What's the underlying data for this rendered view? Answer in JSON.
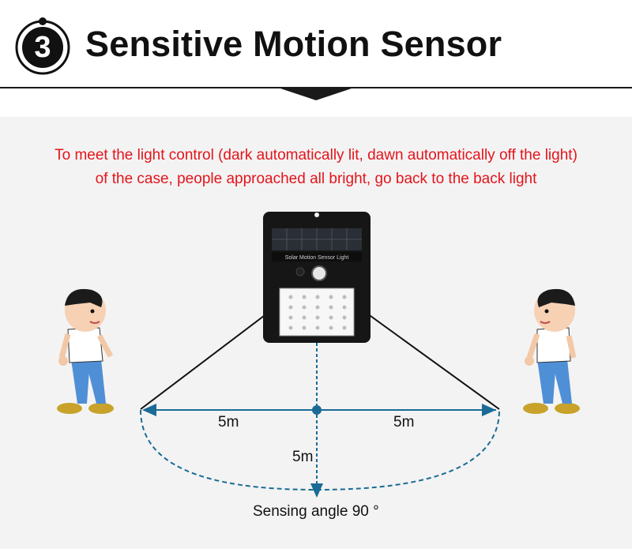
{
  "header": {
    "step_number": "3",
    "title": "Sensitive Motion Sensor"
  },
  "description": {
    "line1": "To meet the light control (dark automatically lit, dawn automatically off the light)",
    "line2": "of the case, people approached all bright, go back to the back light"
  },
  "device": {
    "label": "Solar Motion Sensor Light"
  },
  "measurements": {
    "left_distance": "5m",
    "right_distance": "5m",
    "depth_distance": "5m",
    "sensing_angle": "Sensing angle 90 °"
  },
  "colors": {
    "title": "#111111",
    "description": "#e4141b",
    "arrow": "#1a6b96",
    "panel_bg": "#f3f3f3"
  },
  "icons": [
    "step-badge-icon",
    "solar-light-device",
    "boy-walking-left",
    "boy-walking-right"
  ]
}
